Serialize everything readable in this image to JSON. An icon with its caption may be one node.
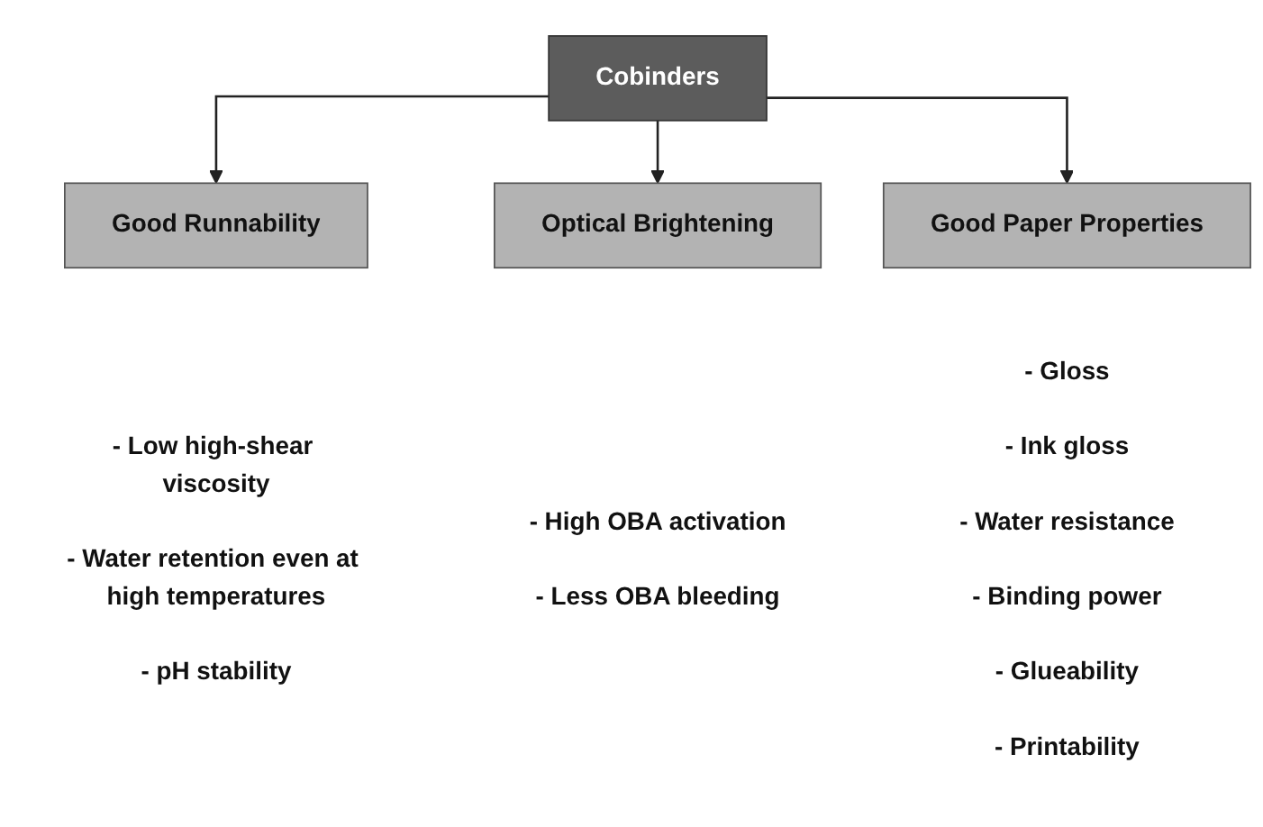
{
  "diagram": {
    "nodes": [
      {
        "text": [
          "Cobinders"
        ]
      },
      {
        "text": [
          "Good Runnability"
        ],
        "beside": [
          "- Low high-shear viscosity",
          "- Water retention even at high temperatures",
          "- pH stability"
        ]
      },
      {
        "text": [
          "Optical Brightening"
        ],
        "beside": [
          "- High OBA activation",
          "- Less OBA bleeding"
        ]
      },
      {
        "text": [
          "Good Paper Properties"
        ],
        "beside": [
          "- Gloss",
          "- Ink gloss",
          "- Water resistance",
          "- Binding power",
          "- Glueability",
          "- Printability"
        ]
      }
    ],
    "edges": [
      {
        "from": 0,
        "to": 1,
        "arrow": "to"
      },
      {
        "from": 0,
        "to": 2,
        "arrow": "to"
      },
      {
        "from": 0,
        "to": 3,
        "arrow": "to"
      }
    ]
  }
}
